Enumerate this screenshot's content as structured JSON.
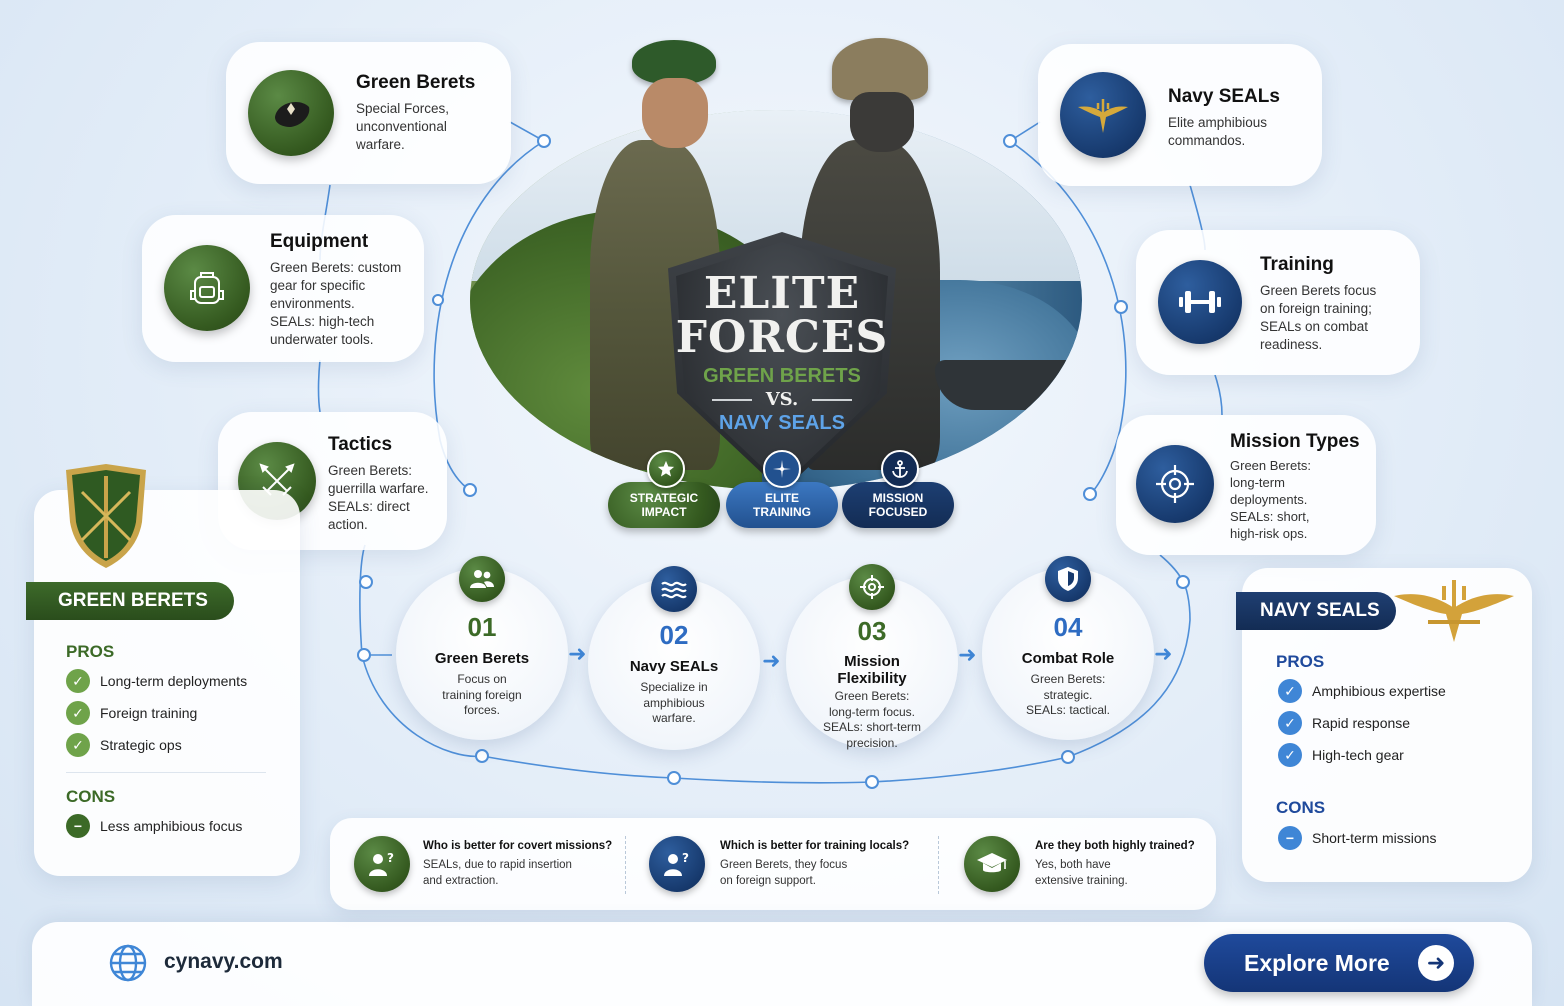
{
  "colors": {
    "green": "#34591f",
    "blue": "#173a6e",
    "accent_blue": "#3f86d6",
    "light_green": "#6fa34a"
  },
  "title": {
    "line1": "ELITE",
    "line2": "FORCES",
    "team1": "GREEN BERETS",
    "vs": "VS.",
    "team2": "NAVY SEALS"
  },
  "badges": [
    {
      "icon": "star-icon",
      "label_line1": "STRATEGIC",
      "label_line2": "IMPACT"
    },
    {
      "icon": "compass-icon",
      "label_line1": "ELITE",
      "label_line2": "TRAINING"
    },
    {
      "icon": "anchor-icon",
      "label_line1": "MISSION",
      "label_line2": "FOCUSED"
    }
  ],
  "topics": {
    "green_berets": {
      "title": "Green Berets",
      "desc": [
        "Special Forces,",
        "unconventional",
        "warfare."
      ],
      "icon": "beret-icon"
    },
    "equipment": {
      "title": "Equipment",
      "desc": [
        "Green Berets: custom",
        "gear for specific",
        "environments.",
        "SEALs: high-tech",
        "underwater tools."
      ],
      "icon": "backpack-icon"
    },
    "tactics": {
      "title": "Tactics",
      "desc": [
        "Green Berets:",
        "guerrilla warfare.",
        "SEALs: direct",
        "action."
      ],
      "icon": "crossed-swords-icon"
    },
    "navy_seals": {
      "title": "Navy SEALs",
      "desc": [
        "Elite amphibious",
        "commandos."
      ],
      "icon": "trident-eagle-icon"
    },
    "training": {
      "title": "Training",
      "desc": [
        "Green Berets focus",
        "on foreign training;",
        "SEALs on combat",
        "readiness."
      ],
      "icon": "dumbbell-icon"
    },
    "mission_types": {
      "title": "Mission Types",
      "desc": [
        "Green Berets:",
        "long-term",
        "deployments.",
        "SEALs: short,",
        "high-risk ops."
      ],
      "icon": "crosshair-icon"
    }
  },
  "steps": [
    {
      "num": "01",
      "title": [
        "Green Berets"
      ],
      "desc": [
        "Focus on",
        "training foreign",
        "forces."
      ],
      "icon": "group-icon"
    },
    {
      "num": "02",
      "title": [
        "Navy SEALs"
      ],
      "desc": [
        "Specialize in",
        "amphibious",
        "warfare."
      ],
      "icon": "waves-icon"
    },
    {
      "num": "03",
      "title": [
        "Mission",
        "Flexibility"
      ],
      "desc": [
        "Green Berets:",
        "long-term focus.",
        "SEALs: short-term",
        "precision."
      ],
      "icon": "target-icon"
    },
    {
      "num": "04",
      "title": [
        "Combat Role"
      ],
      "desc": [
        "Green Berets:",
        "strategic.",
        "SEALs: tactical."
      ],
      "icon": "shield-icon"
    }
  ],
  "green_panel": {
    "banner": "GREEN BERETS",
    "pros_label": "PROS",
    "pros": [
      "Long-term deployments",
      "Foreign training",
      "Strategic ops"
    ],
    "cons_label": "CONS",
    "cons": [
      "Less amphibious focus"
    ]
  },
  "navy_panel": {
    "banner": "NAVY SEALS",
    "pros_label": "PROS",
    "pros": [
      "Amphibious expertise",
      "Rapid response",
      "High-tech gear"
    ],
    "cons_label": "CONS",
    "cons": [
      "Short-term missions"
    ]
  },
  "faq": [
    {
      "q": "Who is better for covert missions?",
      "a": [
        "SEALs, due to rapid insertion",
        "and extraction."
      ],
      "icon": "question-person-icon"
    },
    {
      "q": "Which is better for training locals?",
      "a": [
        "Green Berets, they focus",
        "on foreign support."
      ],
      "icon": "question-person-icon"
    },
    {
      "q": "Are they both highly trained?",
      "a": [
        "Yes, both have",
        "extensive training."
      ],
      "icon": "graduation-cap-icon"
    }
  ],
  "footer": {
    "site": "cynavy.com",
    "cta": "Explore More",
    "globe_icon": "globe-icon",
    "arrow_icon": "arrow-right-icon"
  }
}
